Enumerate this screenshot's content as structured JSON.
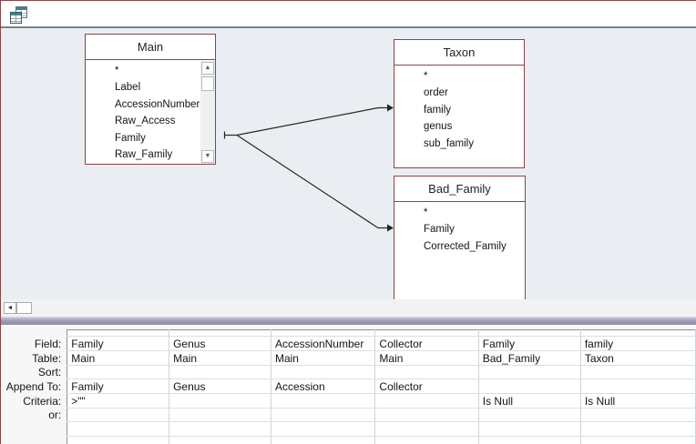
{
  "window": {
    "icon": "query-tables-icon"
  },
  "icons": {
    "scroll_up": "▲",
    "scroll_down": "▼",
    "scroll_left": "◄"
  },
  "design_surface": {
    "tables": [
      {
        "name": "Main",
        "fields": [
          "*",
          "Label",
          "AccessionNumber",
          "Raw_Access",
          "Family",
          "Raw_Family"
        ],
        "scrollable": true
      },
      {
        "name": "Taxon",
        "fields": [
          "*",
          "order",
          "family",
          "genus",
          "sub_family"
        ],
        "scrollable": false
      },
      {
        "name": "Bad_Family",
        "fields": [
          "*",
          "Family",
          "Corrected_Family"
        ],
        "scrollable": false
      }
    ],
    "joins": [
      {
        "from_table": "Main",
        "from_field": "Family",
        "to_table": "Taxon",
        "to_field": "family"
      },
      {
        "from_table": "Main",
        "from_field": "Family",
        "to_table": "Bad_Family",
        "to_field": "Family"
      }
    ]
  },
  "grid": {
    "row_labels": [
      "Field:",
      "Table:",
      "Sort:",
      "Append To:",
      "Criteria:",
      "or:"
    ],
    "columns": [
      {
        "field": "Family",
        "table": "Main",
        "sort": "",
        "append_to": "Family",
        "criteria": ">\"\"",
        "or": ""
      },
      {
        "field": "Genus",
        "table": "Main",
        "sort": "",
        "append_to": "Genus",
        "criteria": "",
        "or": ""
      },
      {
        "field": "AccessionNumber",
        "table": "Main",
        "sort": "",
        "append_to": "Accession",
        "criteria": "",
        "or": ""
      },
      {
        "field": "Collector",
        "table": "Main",
        "sort": "",
        "append_to": "Collector",
        "criteria": "",
        "or": ""
      },
      {
        "field": "Family",
        "table": "Bad_Family",
        "sort": "",
        "append_to": "",
        "criteria": "Is Null",
        "or": ""
      },
      {
        "field": "family",
        "table": "Taxon",
        "sort": "",
        "append_to": "",
        "criteria": "Is Null",
        "or": ""
      }
    ]
  },
  "colors": {
    "frame": "#8E4345",
    "table_border": "#8E4345",
    "surface": "#EAEEF2",
    "splitter": "#9D9BB5",
    "grid_outline": "#8A9097",
    "grid_line": "#D7DBDE"
  }
}
